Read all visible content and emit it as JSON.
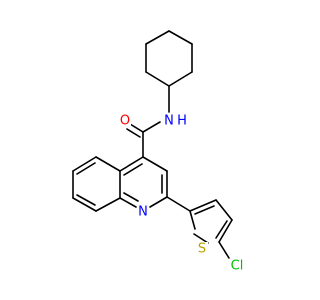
{
  "molecule": {
    "colors": {
      "carbon_bond": "#000000",
      "oxygen": "#ff0000",
      "nitrogen": "#0000ff",
      "sulfur": "#b8a100",
      "chlorine": "#00c000"
    },
    "labels": {
      "amide_oxygen": "O",
      "amide_nitrogen": "N",
      "amide_hydrogen": "H",
      "ring_nitrogen": "N",
      "thiophene_sulfur": "S",
      "chlorine": "Cl"
    }
  }
}
